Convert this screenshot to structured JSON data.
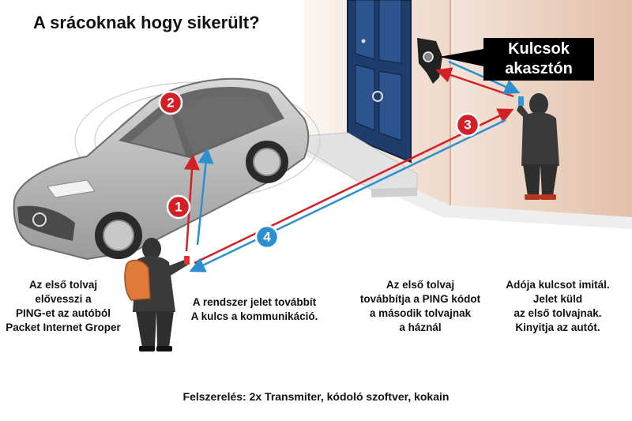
{
  "title": "A srácoknak hogy sikerült?",
  "key_label": [
    "Kulcsok",
    "akasztón"
  ],
  "steps": [
    {
      "number": "1",
      "color": "#d32027"
    },
    {
      "number": "2",
      "color": "#d32027"
    },
    {
      "number": "3",
      "color": "#d32027"
    },
    {
      "number": "4",
      "color": "#2b8fd0"
    }
  ],
  "captions": {
    "first_thief": [
      "Az első tolvaj",
      "elővesszi a",
      "PING-et az autóból",
      "Packet Internet Groper"
    ],
    "system": [
      "A rendszer jelet továbbít",
      "A kulcs a kommunikáció."
    ],
    "forward": [
      "Az első tolvaj",
      "továbbítja a PING kódot",
      "a második tolvajnak",
      "a háznál"
    ],
    "transmitter": [
      "Adója kulcsot imitál.",
      "Jelet küld",
      "az első tolvajnak.",
      "Kinyitja az autót."
    ]
  },
  "footer": "Felszerelés: 2x Transmiter, kódoló szoftver, kokain",
  "colors": {
    "red": "#d32027",
    "blue": "#2b8fd0",
    "door": "#1f3d6b",
    "wall": "#e8c8b4",
    "car": "#b9b9b9"
  },
  "icons": [
    "car-icon",
    "house-wall-icon",
    "door-icon",
    "thief-with-backpack-icon",
    "thief-with-phone-icon",
    "key-fob-icon",
    "signal-waves-icon"
  ]
}
